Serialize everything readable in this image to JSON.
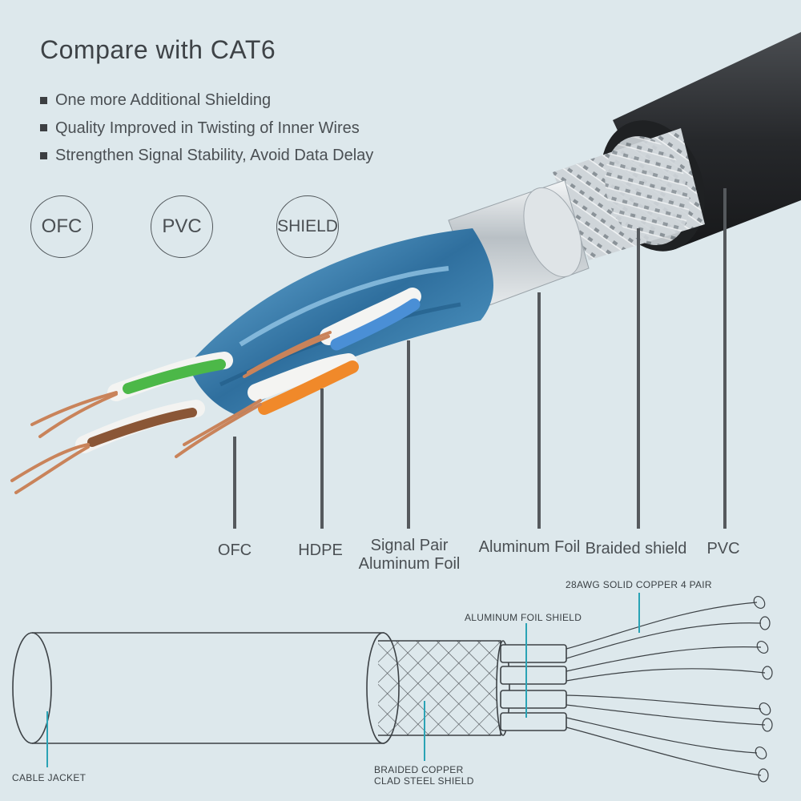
{
  "heading": "Compare with CAT6",
  "features": [
    "One more Additional Shielding",
    "Quality Improved in Twisting of Inner Wires",
    "Strengthen Signal Stability, Avoid Data Delay"
  ],
  "badges": [
    "OFC",
    "PVC",
    "SHIELD"
  ],
  "layer_labels": {
    "ofc": "OFC",
    "hdpe": "HDPE",
    "signal_pair_line1": "Signal Pair",
    "signal_pair_line2": "Aluminum Foil",
    "aluminum_foil": "Aluminum Foil",
    "braided_shield": "Braided shield",
    "pvc": "PVC"
  },
  "diagram_labels": {
    "copper_pairs": "28AWG SOLID COPPER 4 PAIR",
    "foil_shield": "ALUMINUM FOIL SHIELD",
    "cable_jacket": "CABLE JACKET",
    "braided_line1": "BRAIDED COPPER",
    "braided_line2": "CLAD STEEL SHIELD"
  },
  "colors": {
    "background": "#dde8ec",
    "jacket": "#2b2d30",
    "shield_blue": "#3f86b8",
    "accent_cyan": "#2aa3b5",
    "copper": "#c9835a",
    "leader_gray": "#5a5e62"
  }
}
